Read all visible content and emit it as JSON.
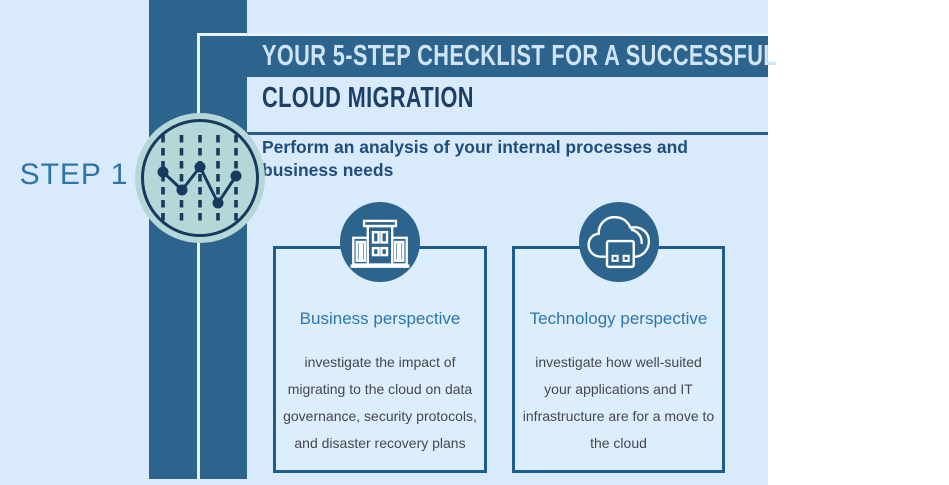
{
  "colors": {
    "background": "#d9eafc",
    "primary_dark_blue": "#2d648e",
    "navy": "#173a5e",
    "light_teal": "#b6d7d8",
    "title_light": "#cfe4f6",
    "title_dark": "#1c3f66",
    "heading_blue": "#1d4e7e",
    "accent_blue": "#2d76ab",
    "card_border": "#1d5c8c",
    "body_text": "#46464f"
  },
  "header": {
    "title_line1": "YOUR 5-STEP CHECKLIST FOR A SUCCESSFUL",
    "title_line2": "CLOUD MIGRATION"
  },
  "step": {
    "label": "STEP 1",
    "icon": "line-chart-icon"
  },
  "section": {
    "heading": "Perform an analysis of your internal processes and\nbusiness needs"
  },
  "cards": [
    {
      "icon": "building-icon",
      "title": "Business perspective",
      "body": "investigate the impact of\nmigrating to the cloud on data\ngovernance, security protocols,\nand disaster recovery plans"
    },
    {
      "icon": "cloud-device-icon",
      "title": "Technology perspective",
      "body": "investigate how well-suited\nyour applications and IT\ninfrastructure are for a move to\nthe cloud"
    }
  ]
}
